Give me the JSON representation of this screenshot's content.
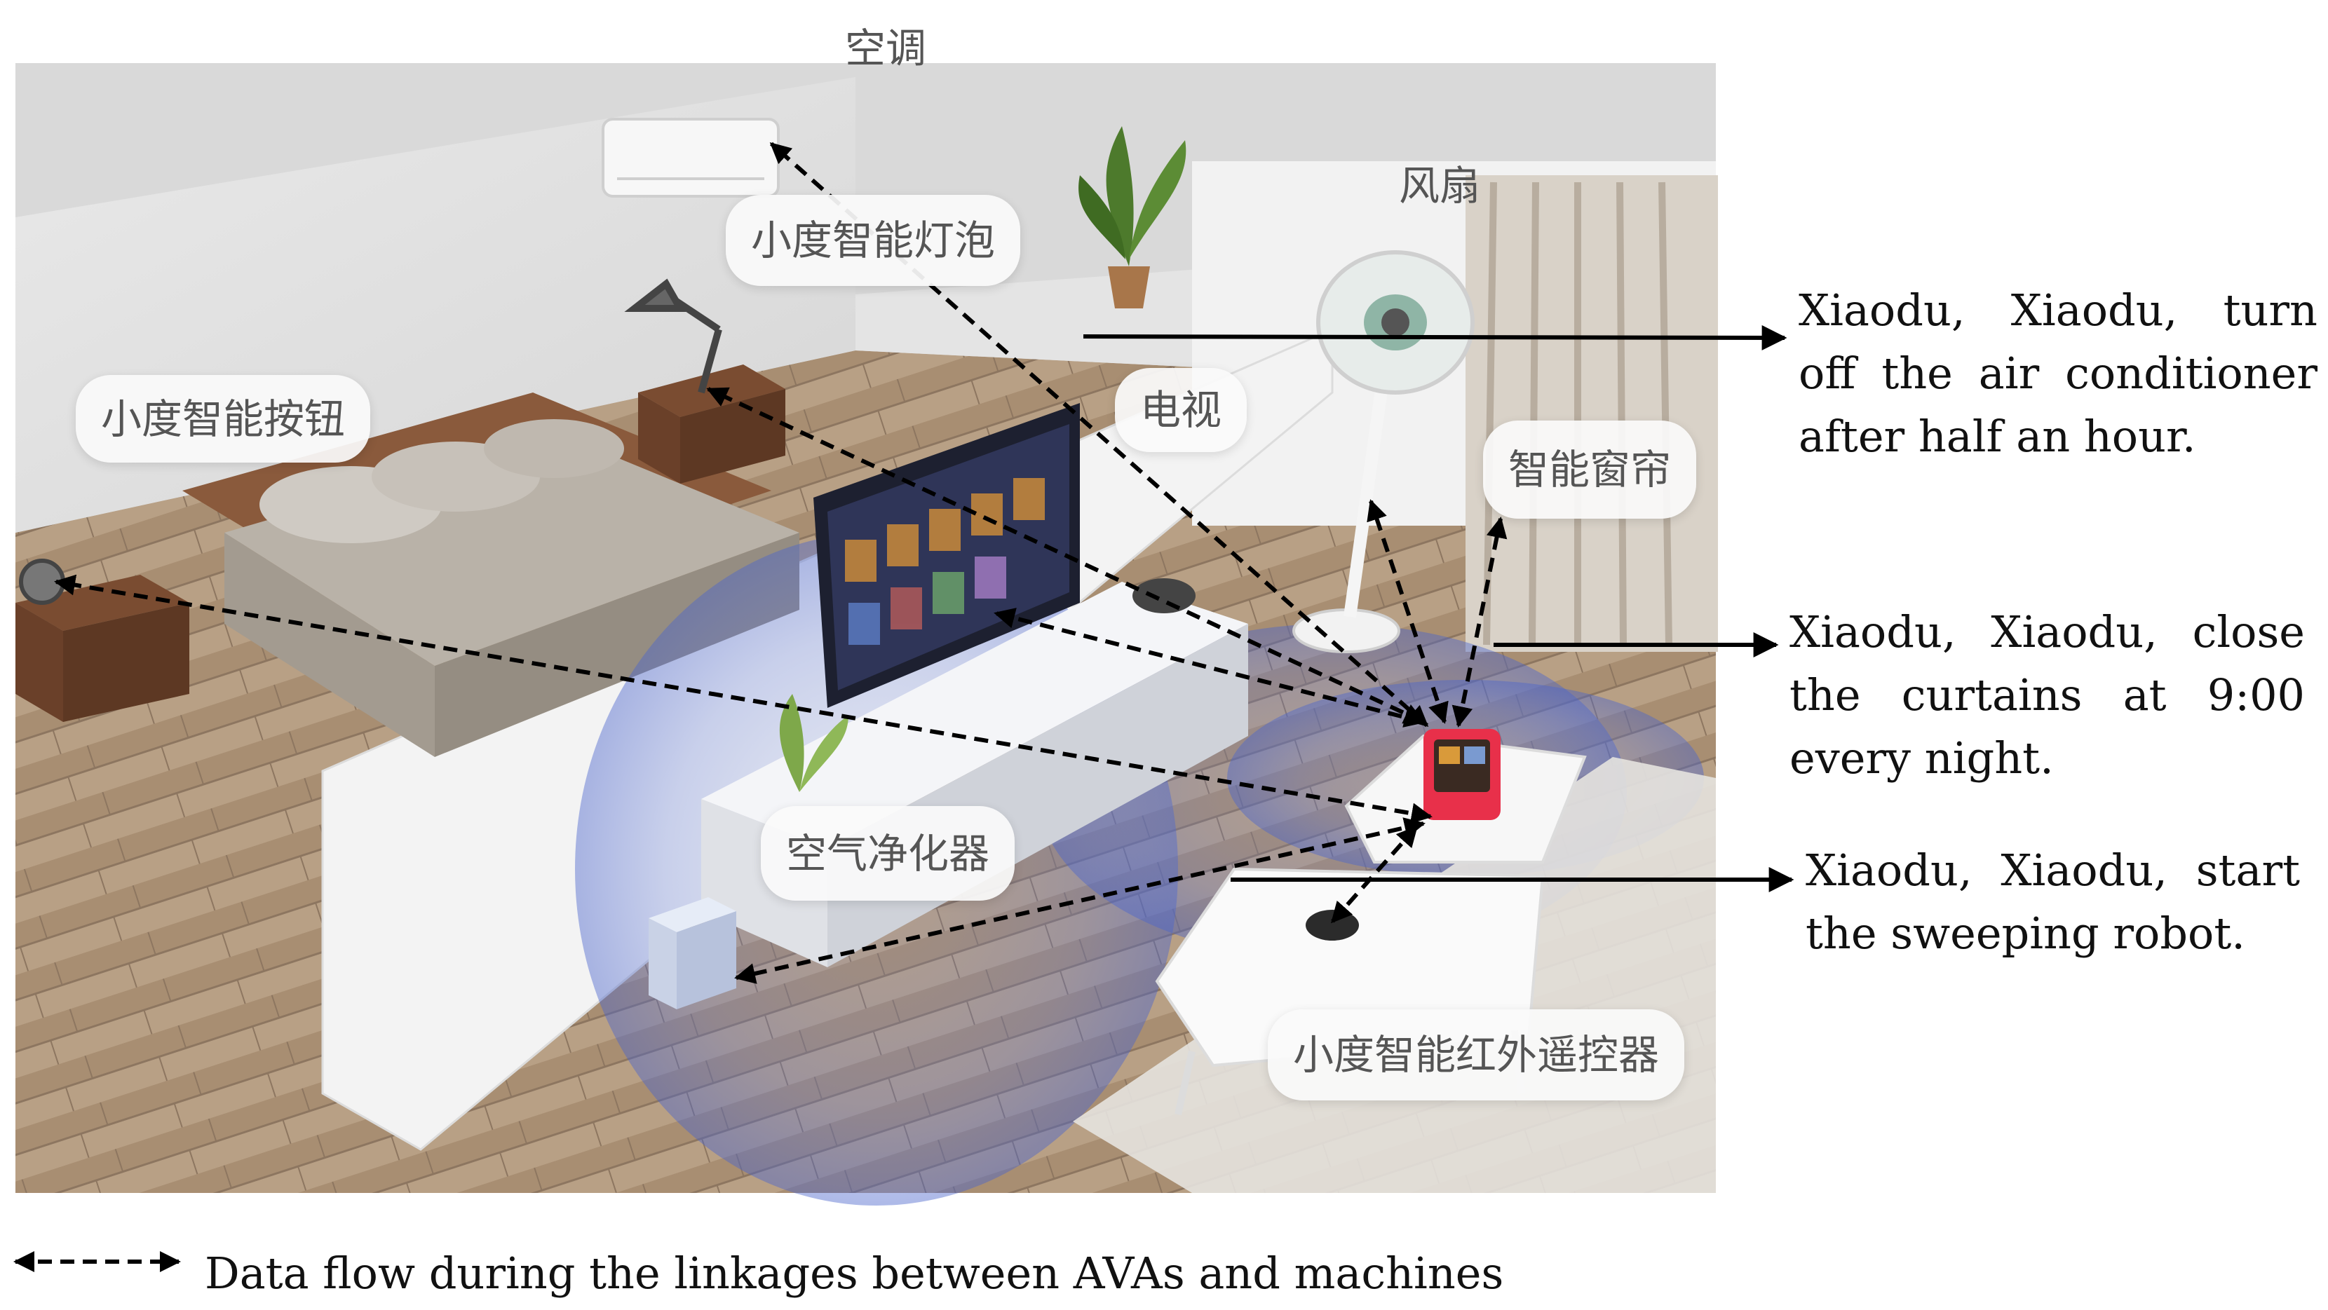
{
  "labels": {
    "air_conditioner": "空调",
    "smart_bulb": "小度智能灯泡",
    "fan": "风扇",
    "smart_button": "小度智能按钮",
    "tv": "电视",
    "smart_curtain": "智能窗帘",
    "air_purifier": "空气净化器",
    "ir_remote": "小度智能红外遥控器"
  },
  "commands": {
    "air_conditioner_cmd": "Xiaodu, Xiaodu, turn off the air conditioner after half an hour.",
    "curtain_cmd": "Xiaodu, Xiaodu, close the curtains at 9:00 every night.",
    "robot_cmd": "Xiaodu, Xiaodu, start the sweeping robot."
  },
  "legend": {
    "text": "Data flow during the linkages between AVAs and machines"
  },
  "colors": {
    "arrow": "#000000",
    "speaker": "#e8304a",
    "floor": "#b59a7d",
    "wall": "#eeeeee",
    "signal": "#5a78d8"
  }
}
